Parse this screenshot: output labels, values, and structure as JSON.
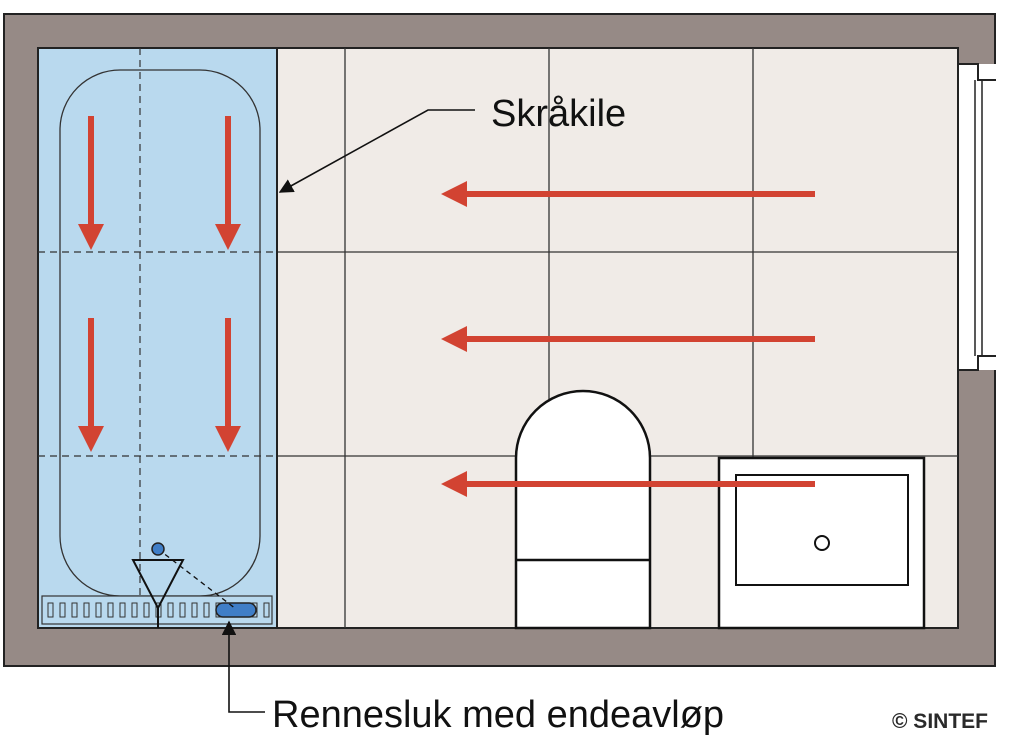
{
  "labels": {
    "wedge": "Skråkile",
    "drain": "Rennesluk med endeavløp",
    "copyright": "© SINTEF"
  },
  "colors": {
    "wall": "#968a86",
    "shower_zone": "#b9d9ee",
    "floor": "#f0ebe7",
    "flow_arrow": "#d24332",
    "drain": "#3f7ec7",
    "line": "#1a1a1a"
  },
  "icons": {
    "flow_arrows": "arrow-left",
    "shower_arrows": "arrow-down",
    "drain": "channel-drain-icon",
    "toilet": "toilet-icon",
    "sink": "washbasin-icon",
    "shower_head": "shower-valve-icon",
    "window": "window-icon"
  }
}
